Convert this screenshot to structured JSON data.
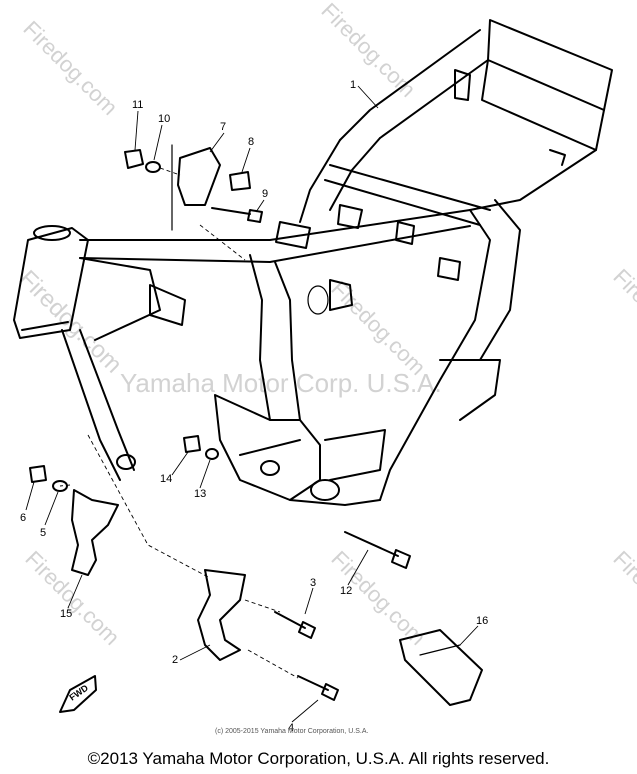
{
  "watermarks": {
    "corner_brand": "Firedog.com",
    "center": "Yamaha Motor Corp. U.S.A."
  },
  "part_numbers": [
    "1",
    "2",
    "3",
    "4",
    "5",
    "6",
    "7",
    "8",
    "9",
    "10",
    "11",
    "12",
    "13",
    "14",
    "15",
    "16"
  ],
  "fwd_label": "FWD",
  "fine_print": "(c) 2005-2015 Yamaha Motor Corporation, U.S.A.",
  "footer": "©2013 Yamaha Motor Corporation, U.S.A. All rights reserved."
}
